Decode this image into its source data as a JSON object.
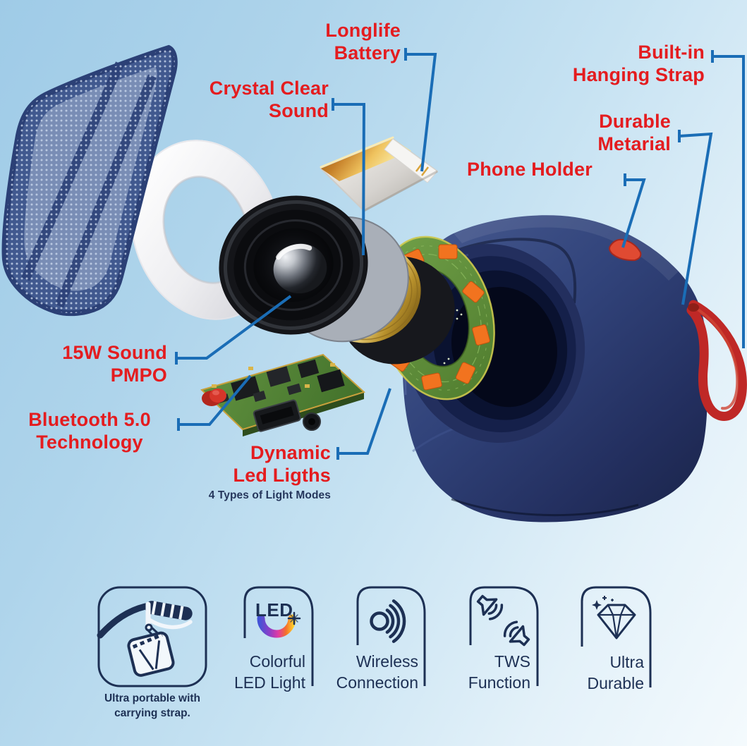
{
  "colors": {
    "label_red": "#e41c1f",
    "leader_blue": "#1a6db6",
    "navy": "#1d3054",
    "body_navy": "#2e4077",
    "strap_red": "#bf2826",
    "led_pad_orange": "#f2731f"
  },
  "callouts": {
    "longlife_battery": {
      "line1": "Longlife",
      "line2": "Battery"
    },
    "crystal_clear_sound": {
      "line1": "Crystal Clear",
      "line2": "Sound"
    },
    "built_in_hanging_strap": {
      "line1": "Built-in",
      "line2": "Hanging Strap"
    },
    "durable_metarial": {
      "line1": "Durable",
      "line2": "Metarial"
    },
    "phone_holder": {
      "line1": "Phone Holder"
    },
    "sound_pmpo": {
      "line1": "15W Sound",
      "line2": "PMPO"
    },
    "bluetooth": {
      "line1": "Bluetooth 5.0",
      "line2": "Technology"
    },
    "dynamic_led": {
      "line1": "Dynamic",
      "line2": "Led Ligths",
      "subtitle": "4 Types of Light Modes"
    }
  },
  "features": {
    "portable": {
      "caption_line1": "Ultra portable with",
      "caption_line2": "carrying strap."
    },
    "led": {
      "badge": "LED",
      "label_line1": "Colorful",
      "label_line2": "LED Light"
    },
    "wireless": {
      "label_line1": "Wireless",
      "label_line2": "Connection"
    },
    "tws": {
      "label_line1": "TWS",
      "label_line2": "Function"
    },
    "durable": {
      "label_line1": "Ultra",
      "label_line2": "Durable"
    }
  }
}
